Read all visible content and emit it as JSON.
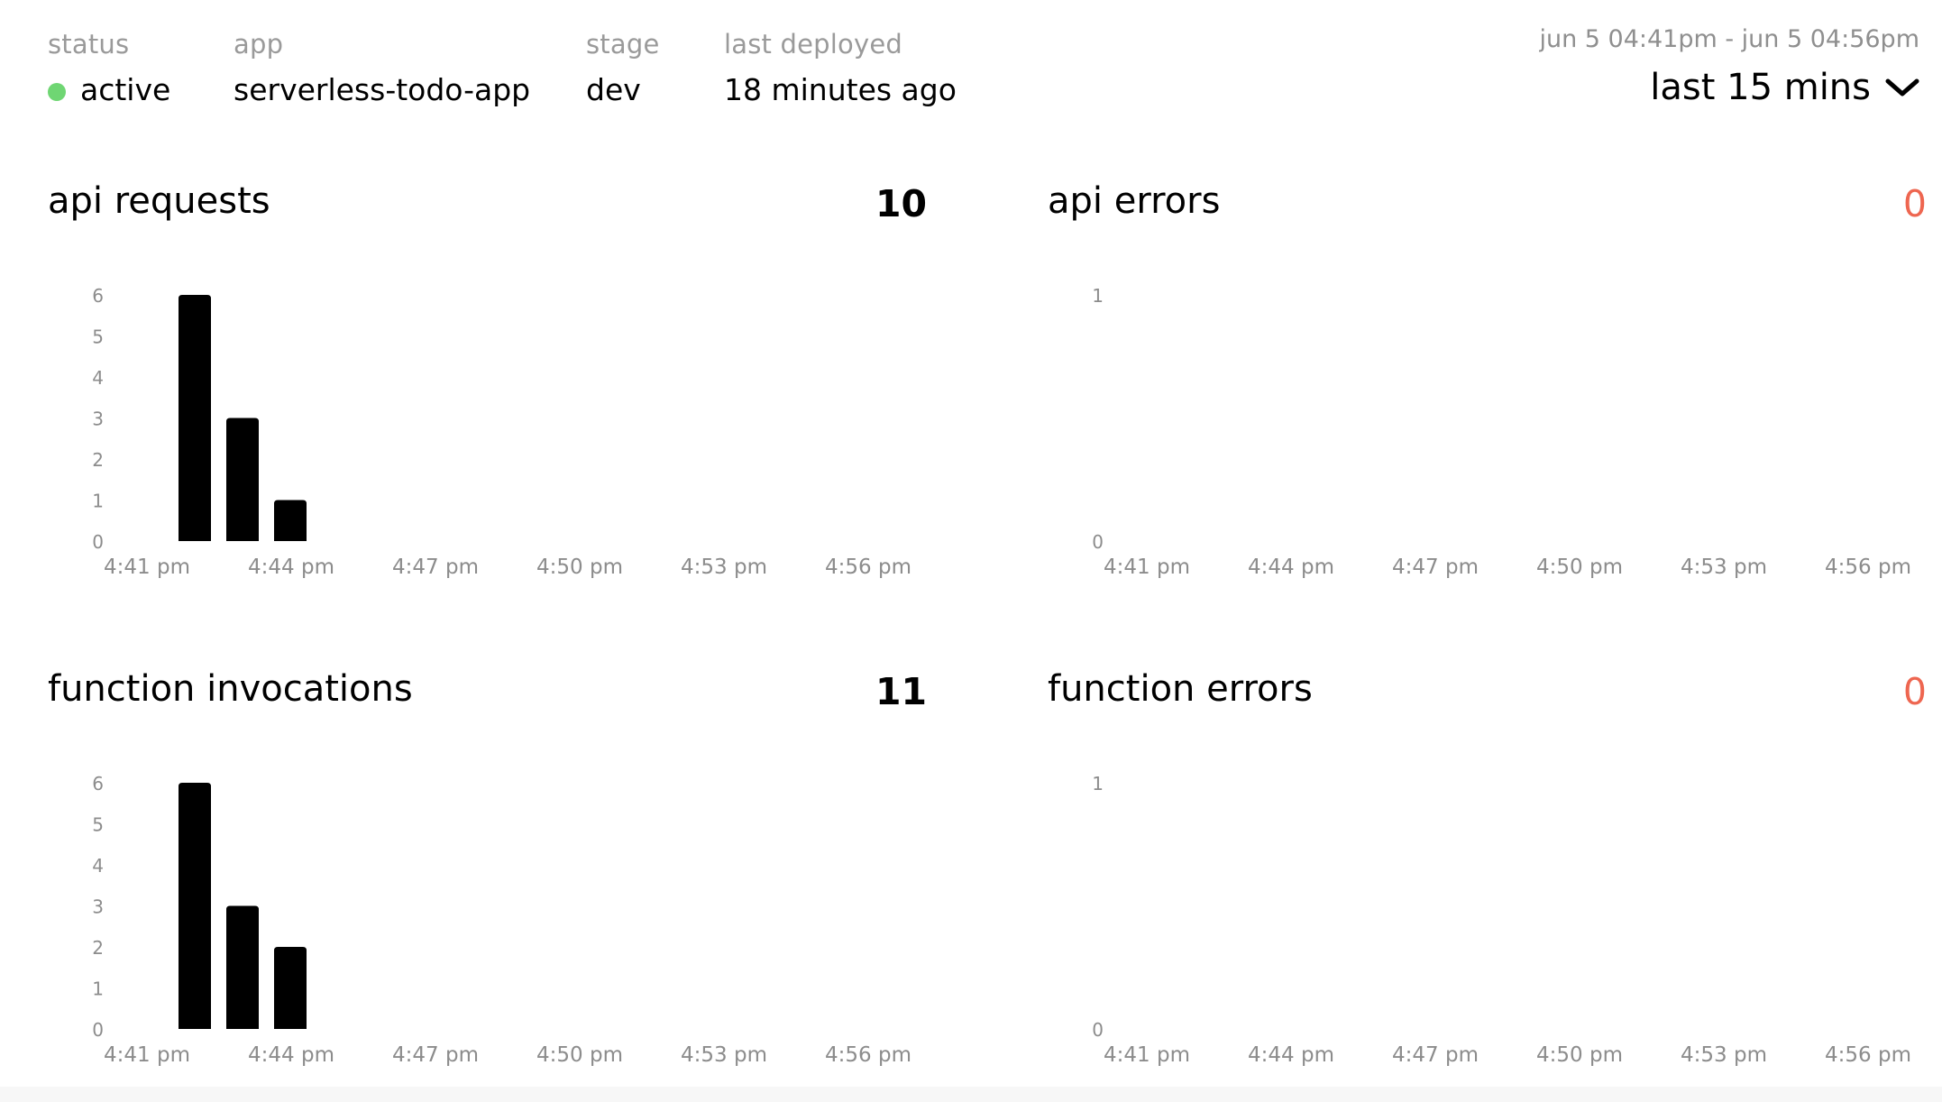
{
  "header": {
    "status_label": "status",
    "status_value": "active",
    "status_color": "#6fd673",
    "app_label": "app",
    "app_value": "serverless-todo-app",
    "stage_label": "stage",
    "stage_value": "dev",
    "deployed_label": "last deployed",
    "deployed_value": "18 minutes ago",
    "range_text": "jun 5 04:41pm - jun 5 04:56pm",
    "range_select": "last 15 mins",
    "range_icon": "chevron-down-icon"
  },
  "colors": {
    "bar": "#000000",
    "error_total": "#ee6650",
    "axis_text": "#8c8c8c"
  },
  "panels": {
    "api_requests": {
      "title": "api requests",
      "total": "10"
    },
    "api_errors": {
      "title": "api errors",
      "total": "0"
    },
    "function_invocations": {
      "title": "function invocations",
      "total": "11"
    },
    "function_errors": {
      "title": "function errors",
      "total": "0"
    }
  },
  "chart_data": [
    {
      "type": "bar",
      "title": "api requests",
      "x_ticks": [
        "4:41 pm",
        "4:44 pm",
        "4:47 pm",
        "4:50 pm",
        "4:53 pm",
        "4:56 pm"
      ],
      "x_range_minutes": [
        0,
        15
      ],
      "bars": [
        {
          "minute": 1,
          "value": 6
        },
        {
          "minute": 2,
          "value": 3
        },
        {
          "minute": 3,
          "value": 1
        }
      ],
      "y_ticks": [
        0,
        1,
        2,
        3,
        4,
        5,
        6
      ],
      "ylim": [
        0,
        6
      ]
    },
    {
      "type": "bar",
      "title": "api errors",
      "x_ticks": [
        "4:41 pm",
        "4:44 pm",
        "4:47 pm",
        "4:50 pm",
        "4:53 pm",
        "4:56 pm"
      ],
      "x_range_minutes": [
        0,
        15
      ],
      "bars": [],
      "y_ticks": [
        0,
        1
      ],
      "ylim": [
        0,
        1
      ]
    },
    {
      "type": "bar",
      "title": "function invocations",
      "x_ticks": [
        "4:41 pm",
        "4:44 pm",
        "4:47 pm",
        "4:50 pm",
        "4:53 pm",
        "4:56 pm"
      ],
      "x_range_minutes": [
        0,
        15
      ],
      "bars": [
        {
          "minute": 1,
          "value": 6
        },
        {
          "minute": 2,
          "value": 3
        },
        {
          "minute": 3,
          "value": 2
        }
      ],
      "y_ticks": [
        0,
        1,
        2,
        3,
        4,
        5,
        6
      ],
      "ylim": [
        0,
        6
      ]
    },
    {
      "type": "bar",
      "title": "function errors",
      "x_ticks": [
        "4:41 pm",
        "4:44 pm",
        "4:47 pm",
        "4:50 pm",
        "4:53 pm",
        "4:56 pm"
      ],
      "x_range_minutes": [
        0,
        15
      ],
      "bars": [],
      "y_ticks": [
        0,
        1
      ],
      "ylim": [
        0,
        1
      ]
    }
  ]
}
